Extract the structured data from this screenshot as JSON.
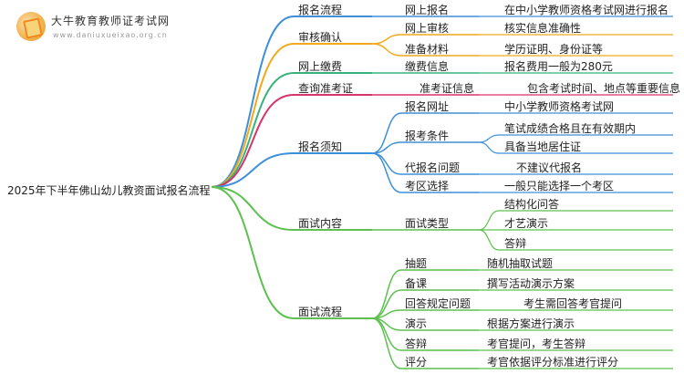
{
  "brand": {
    "title": "大牛教育教师证考试网",
    "url": "www.daniuxueixao.org.cn"
  },
  "root": "2025年下半年佛山幼儿教资面试报名流程",
  "colors": {
    "blue": "#3d8fd9",
    "orange": "#f2a91c",
    "green": "#36b37a",
    "magenta": "#d8336c",
    "lime": "#5cc14f"
  },
  "branches": [
    {
      "label": "报名流程",
      "color": "blue",
      "children": [
        {
          "label": "网上报名",
          "children": [
            "在中小学教师资格考试网进行报名"
          ]
        }
      ]
    },
    {
      "label": "审核确认",
      "color": "orange",
      "children": [
        {
          "label": "网上审核",
          "children": [
            "核实信息准确性"
          ]
        },
        {
          "label": "准备材料",
          "children": [
            "学历证明、身份证等"
          ]
        }
      ]
    },
    {
      "label": "网上缴费",
      "color": "green",
      "children": [
        {
          "label": "缴费信息",
          "children": [
            "报名费用一般为280元"
          ]
        }
      ]
    },
    {
      "label": "查询准考证",
      "color": "magenta",
      "children": [
        {
          "label": "准考证信息",
          "children": [
            "包含考试时间、地点等重要信息"
          ]
        }
      ]
    },
    {
      "label": "报名须知",
      "color": "blue",
      "children": [
        {
          "label": "报名网址",
          "children": [
            "中小学教师资格考试网"
          ]
        },
        {
          "label": "报考条件",
          "children": [
            "笔试成绩合格且在有效期内",
            "具备当地居住证"
          ]
        },
        {
          "label": "代报名问题",
          "children": [
            "不建议代报名"
          ]
        },
        {
          "label": "考区选择",
          "children": [
            "一般只能选择一个考区"
          ]
        }
      ]
    },
    {
      "label": "面试内容",
      "color": "lime",
      "children": [
        {
          "label": "面试类型",
          "children": [
            "结构化问答",
            "才艺演示",
            "答辩"
          ]
        }
      ]
    },
    {
      "label": "面试流程",
      "color": "lime",
      "children": [
        {
          "label": "抽题",
          "children": [
            "随机抽取试题"
          ]
        },
        {
          "label": "备课",
          "children": [
            "撰写活动演示方案"
          ]
        },
        {
          "label": "回答规定问题",
          "children": [
            "考生需回答考官提问"
          ]
        },
        {
          "label": "演示",
          "children": [
            "根据方案进行演示"
          ]
        },
        {
          "label": "答辩",
          "children": [
            "考官提问，考生答辩"
          ]
        },
        {
          "label": "评分",
          "children": [
            "考官依据评分标准进行评分"
          ]
        }
      ]
    }
  ]
}
